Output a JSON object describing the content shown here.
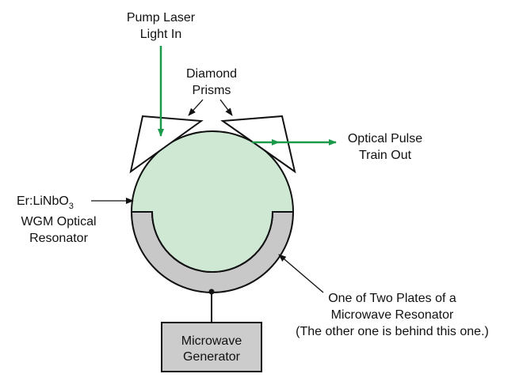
{
  "labels": {
    "pump_line1": "Pump Laser",
    "pump_line2": "Light In",
    "prisms_line1": "Diamond",
    "prisms_line2": "Prisms",
    "output_line1": "Optical Pulse",
    "output_line2": "Train Out",
    "resonator_material": "Er:LiNbO",
    "resonator_subscript": "3",
    "resonator_line2": "WGM Optical",
    "resonator_line3": "Resonator",
    "plate_line1": "One of Two Plates of a",
    "plate_line2": "Microwave Resonator",
    "plate_line3": "(The other one is behind this one.)",
    "generator_line1": "Microwave",
    "generator_line2": "Generator"
  },
  "colors": {
    "resonator_fill": "#cfe8d4",
    "plate_fill": "#c8c8c8",
    "generator_fill": "#cccccc",
    "laser_beam": "#1a9a4a",
    "outline": "#111111"
  }
}
